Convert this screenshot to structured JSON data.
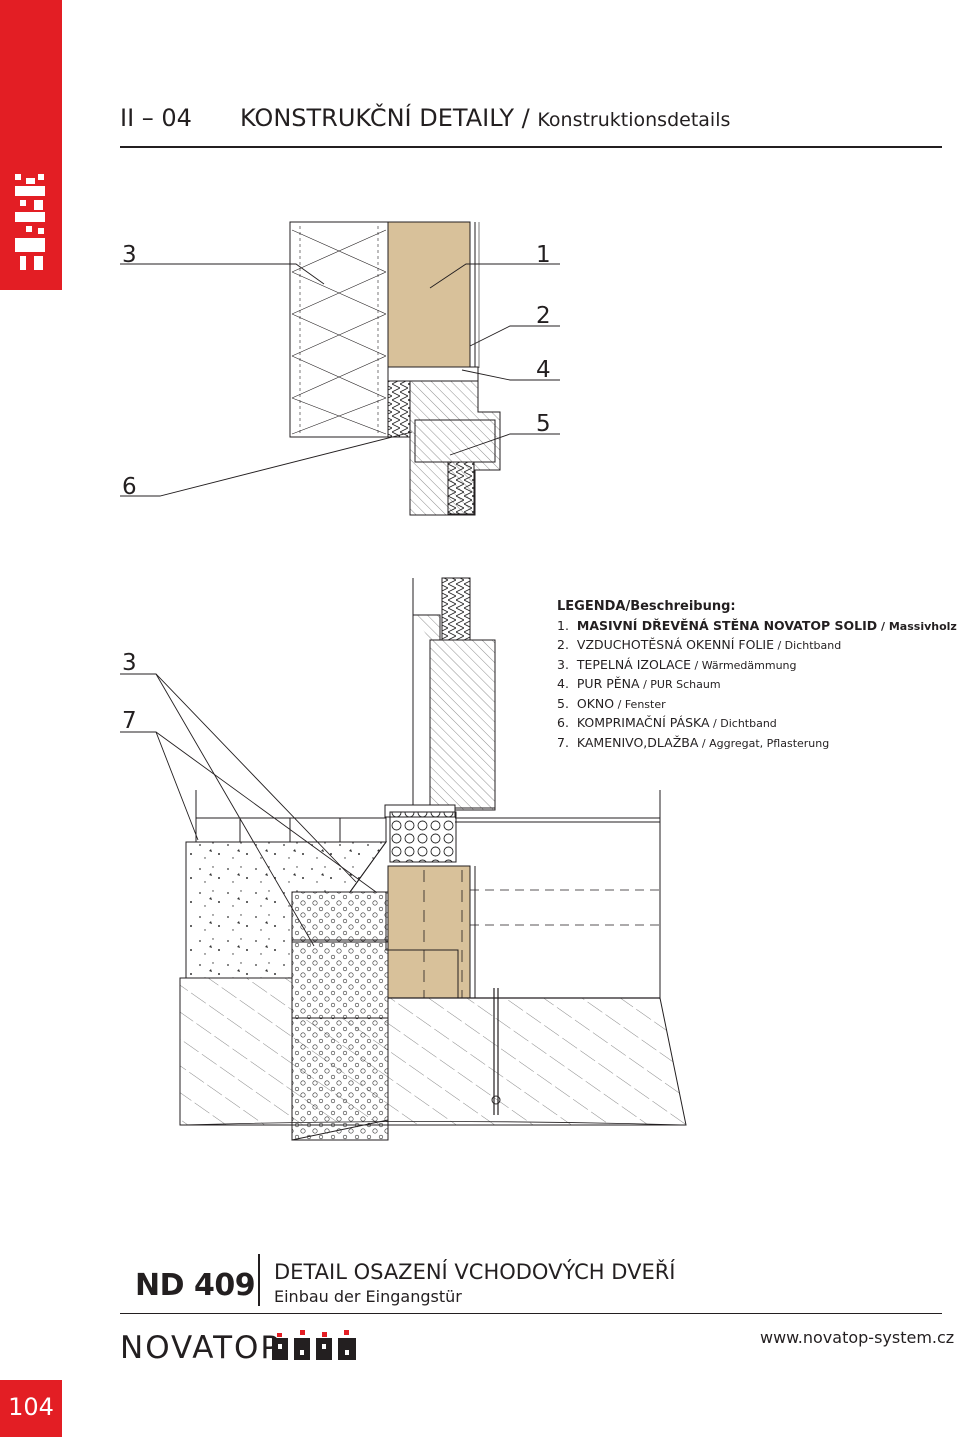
{
  "header": {
    "section": "II – 04",
    "title": "KONSTRUKČNÍ DETAILY /",
    "subtitle": "Konstruktionsdetails"
  },
  "page_number": "104",
  "callouts": [
    "3",
    "1",
    "2",
    "4",
    "5",
    "6",
    "3",
    "7"
  ],
  "legend": {
    "title": "LEGENDA/Beschreibung:",
    "items": [
      {
        "no": "1.",
        "cz": "MASIVNÍ DŘEVĚNÁ STĚNA NOVATOP SOLID",
        "de": " / Massivholz"
      },
      {
        "no": "2.",
        "cz": "VZDUCHOTĚSNÁ OKENNÍ FOLIE",
        "de": " / Dichtband"
      },
      {
        "no": "3.",
        "cz": "TEPELNÁ IZOLACE",
        "de": " / Wärmedämmung"
      },
      {
        "no": "4.",
        "cz": "PUR PĚNA",
        "de": " / PUR Schaum"
      },
      {
        "no": "5.",
        "cz": "OKNO",
        "de": " / Fenster"
      },
      {
        "no": "6.",
        "cz": "KOMPRIMAČNÍ PÁSKA",
        "de": " / Dichtband"
      },
      {
        "no": "7.",
        "cz": "KAMENIVO,DLAŽBA",
        "de": " / Aggregat, Pflasterung"
      }
    ]
  },
  "footer": {
    "code": "ND 409",
    "title": "DETAIL OSAZENÍ VCHODOVÝCH DVEŘÍ",
    "subtitle": "Einbau der Eingangstür",
    "brand": "NOVATOP",
    "website": "www.novatop-system.cz"
  },
  "colors": {
    "brand_red": "#e31e24",
    "timber": "#d8c19a",
    "line": "#231f20"
  }
}
